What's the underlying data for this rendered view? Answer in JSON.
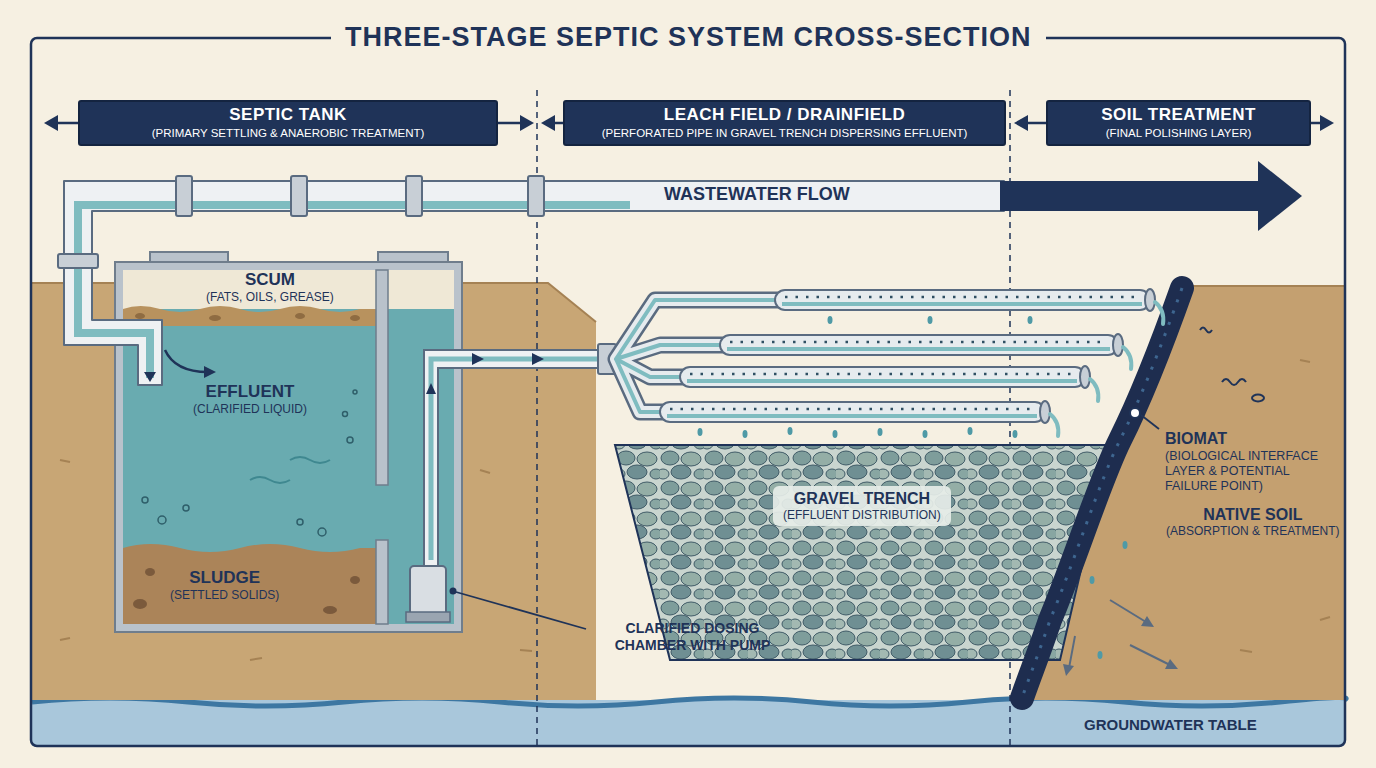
{
  "diagram": {
    "title": "THREE-STAGE SEPTIC SYSTEM CROSS-SECTION",
    "nodes": [
      {
        "text": [
          "SEPTIC TANK",
          "(PRIMARY SETTLING & ANAEROBIC TREATMENT)"
        ]
      },
      {
        "text": [
          "LEACH FIELD / DRAINFIELD",
          "(PERFORATED PIPE IN GRAVEL TRENCH DISPERSING EFFLUENT)"
        ]
      },
      {
        "text": [
          "SOIL TREATMENT",
          "(FINAL POLISHING LAYER)"
        ]
      },
      {
        "text": [
          "SCUM",
          "(FATS, OILS, GREASE)"
        ]
      },
      {
        "text": [
          "EFFLUENT",
          "(CLARIFIED LIQUID)"
        ]
      },
      {
        "text": [
          "SLUDGE",
          "(SETTLED SOLIDS)"
        ]
      },
      {
        "text": [
          "GRAVEL TRENCH",
          "(EFFLUENT DISTRIBUTION)"
        ]
      },
      {
        "text": [
          "NATIVE SOIL",
          "(ABSORPTION & TREATMENT)"
        ]
      },
      {
        "text": [
          "GROUNDWATER TABLE"
        ]
      }
    ],
    "labels": [
      "WASTEWATER FLOW",
      "CLARIFIED DOSING CHAMBER WITH PUMP",
      "BIOMAT",
      "(BIOLOGICAL INTERFACE LAYER & POTENTIAL FAILURE POINT)"
    ]
  }
}
